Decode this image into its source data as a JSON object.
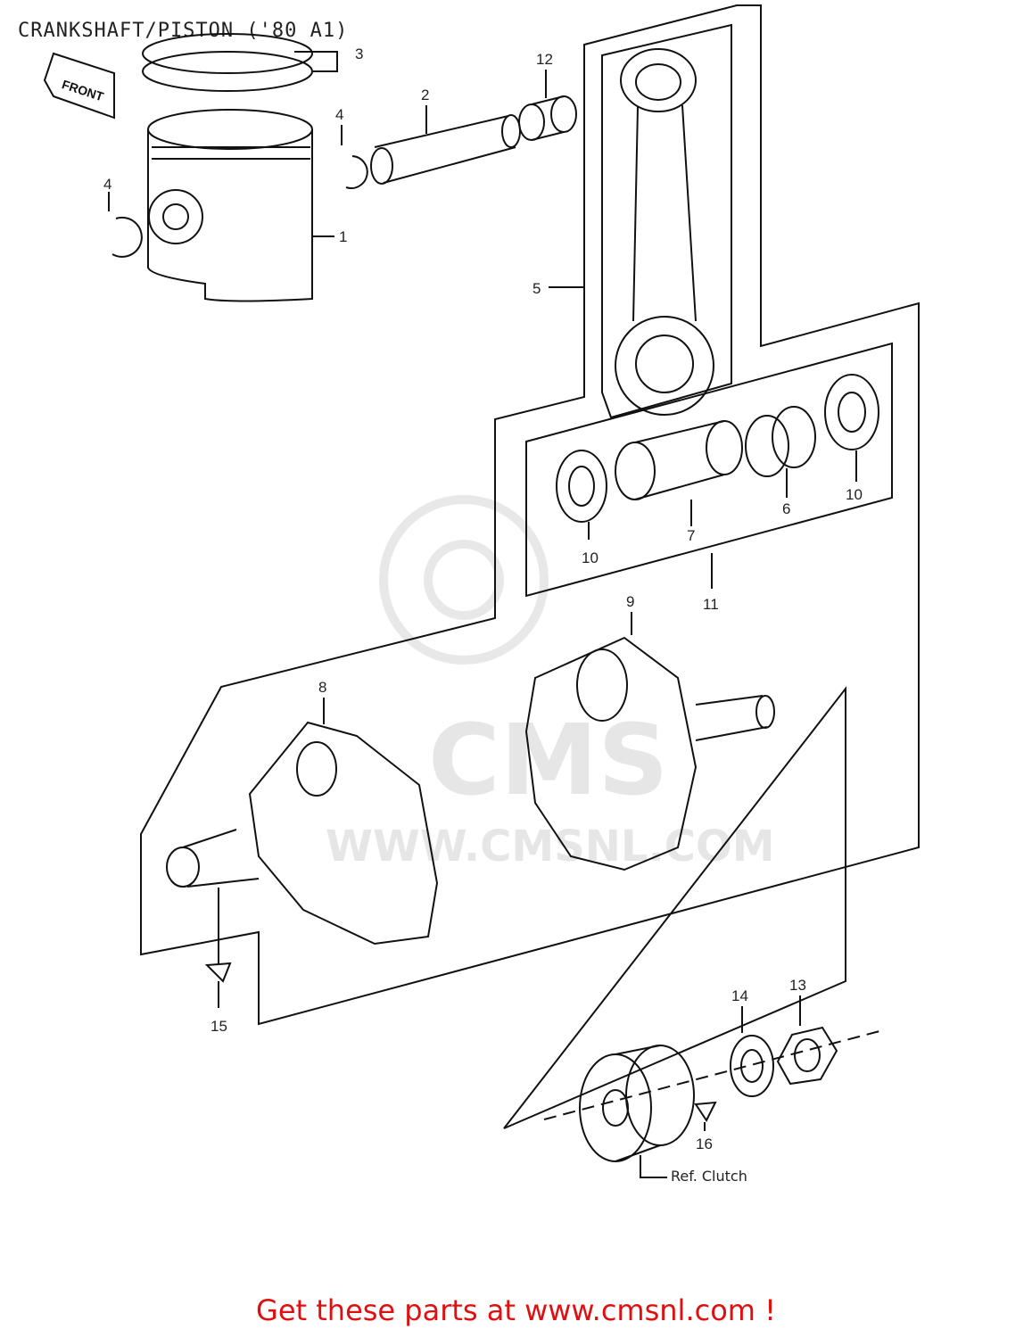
{
  "title": "CRANKSHAFT/PISTON ('80 A1)",
  "footer": "Get these parts at www.cmsnl.com !",
  "watermark": {
    "brand": "CMS",
    "url": "WWW.CMSNL.COM"
  },
  "front_sign": "FRONT",
  "ref_note": "Ref. Clutch",
  "callouts": {
    "n1": "1",
    "n2": "2",
    "n3": "3",
    "n4a": "4",
    "n4b": "4",
    "n5": "5",
    "n6": "6",
    "n7": "7",
    "n8": "8",
    "n9": "9",
    "n10a": "10",
    "n10b": "10",
    "n11": "11",
    "n12": "12",
    "n13": "13",
    "n14": "14",
    "n15": "15",
    "n16": "16"
  },
  "colors": {
    "line": "#111111",
    "footer": "#e01010",
    "watermark": "#e6e6e6"
  }
}
